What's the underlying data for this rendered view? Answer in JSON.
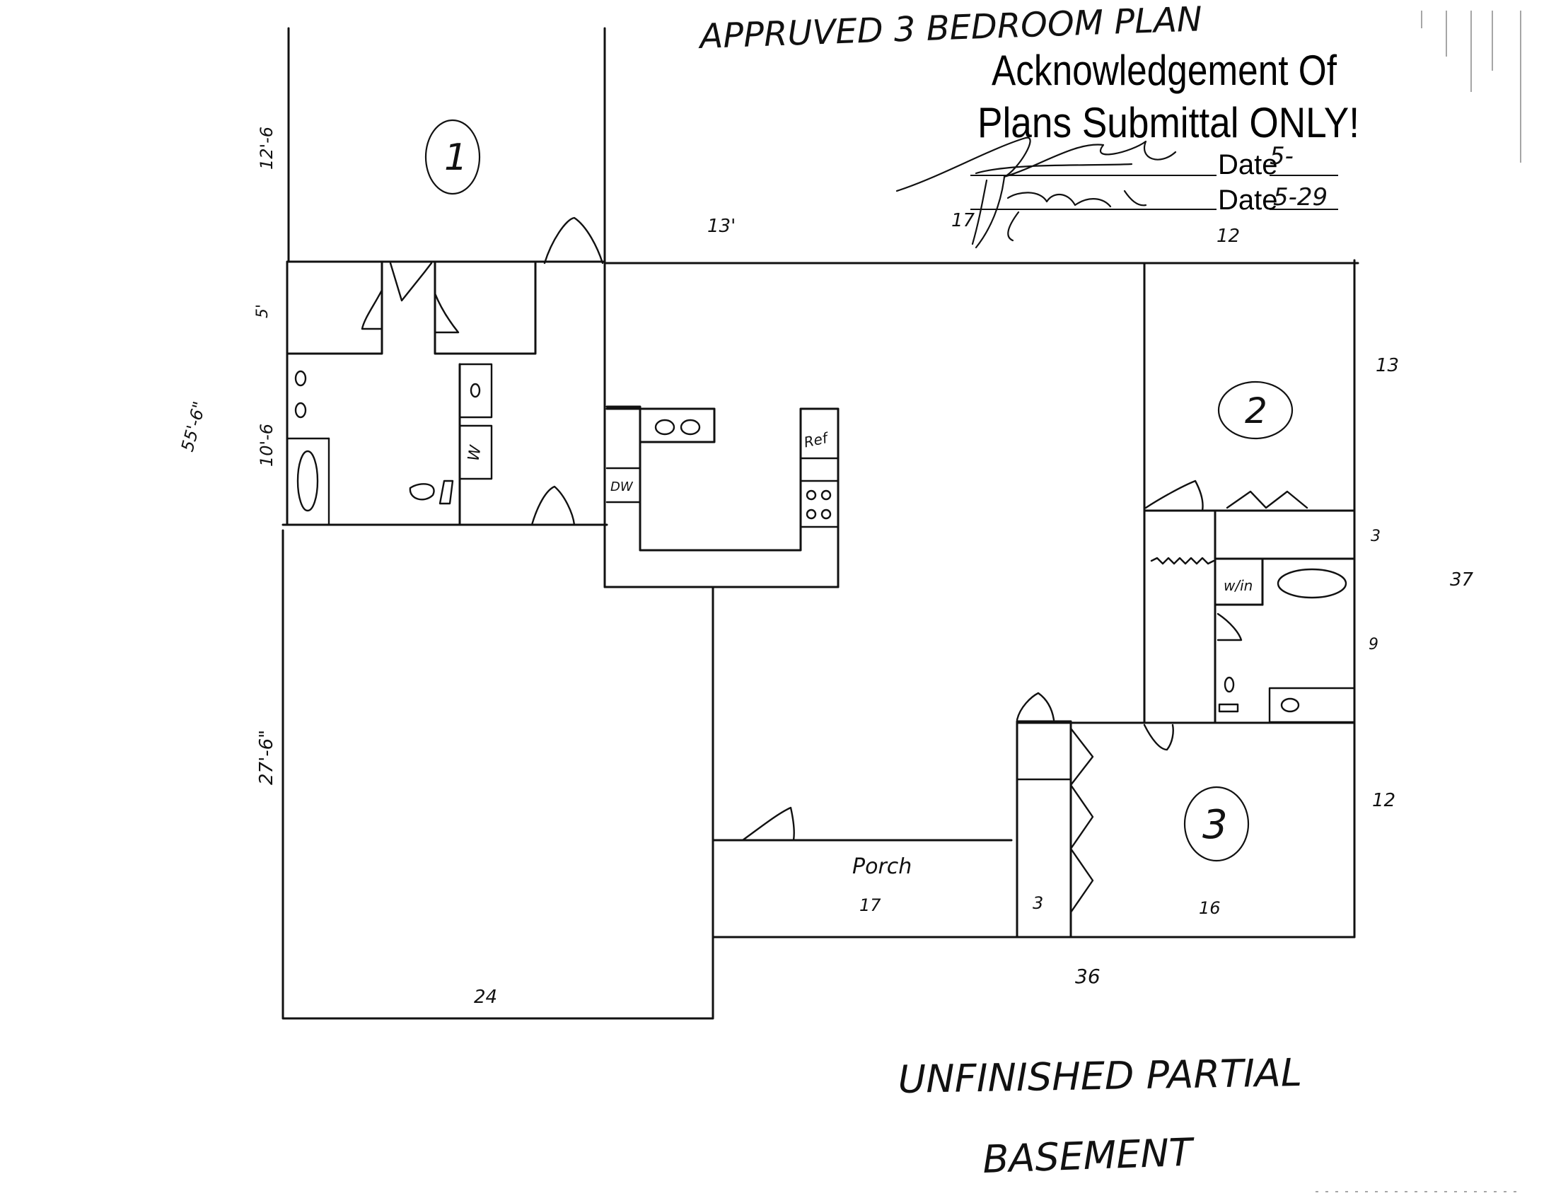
{
  "header": {
    "approval_note": "APPRUVED  3 BEDROOM  PLAN"
  },
  "stamp": {
    "line1": "Acknowledgement Of",
    "line2": "Plans Submittal ONLY!",
    "date_label_1": "Date",
    "date_value_1": "5-",
    "date_label_2": "Date",
    "date_value_2": "5-29"
  },
  "rooms": {
    "bedroom_1": "1",
    "bedroom_2": "2",
    "bedroom_3": "3",
    "porch": "Porch",
    "porch_width": "17",
    "hall_width": "3",
    "bedroom_3_width": "16"
  },
  "appliances": {
    "washer": "W",
    "dishwasher": "DW",
    "refrigerator": "Ref",
    "walk_in": "w/in"
  },
  "dimensions": {
    "top_left": "13'",
    "top_mid": "17",
    "top_right": "12",
    "right_upper": "13",
    "right_hall": "3",
    "right_total": "37",
    "right_bath": "9",
    "right_lower": "12",
    "left_bedroom": "12'-6",
    "left_hall": "5'",
    "left_bath": "10'-6",
    "left_total": "55'-6\"",
    "left_garage": "27'-6\"",
    "bottom_garage": "24",
    "bottom_total": "36"
  },
  "footer": {
    "line1": "UNFINISHED  PARTIAL",
    "line2": "BASEMENT"
  }
}
